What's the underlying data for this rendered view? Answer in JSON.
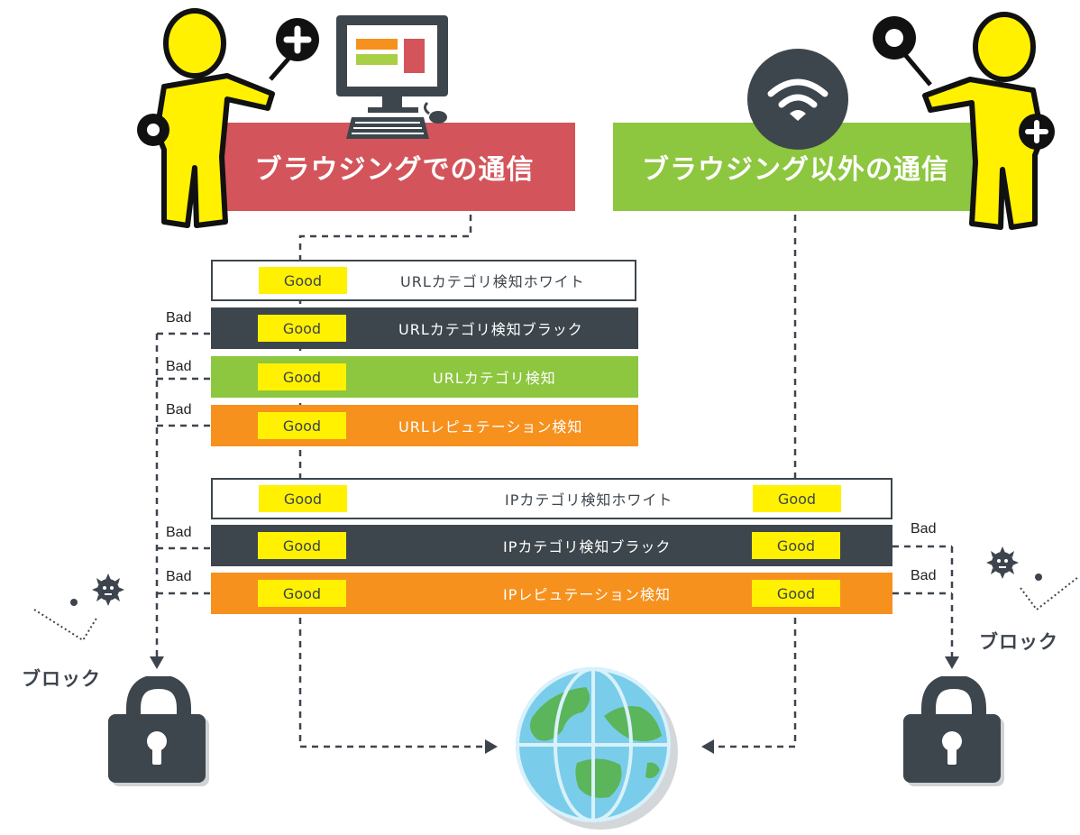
{
  "headers": {
    "browsing": "ブラウジングでの通信",
    "non_browsing": "ブラウジング以外の通信"
  },
  "url_filters": [
    {
      "name": "URLカテゴリ検知ホワイト",
      "good": "Good",
      "bad": ""
    },
    {
      "name": "URLカテゴリ検知ブラック",
      "good": "Good",
      "bad": "Bad"
    },
    {
      "name": "URLカテゴリ検知",
      "good": "Good",
      "bad": "Bad"
    },
    {
      "name": "URLレピュテーション検知",
      "good": "Good",
      "bad": "Bad"
    }
  ],
  "ip_filters": [
    {
      "name": "IPカテゴリ検知ホワイト",
      "good_left": "Good",
      "good_right": "Good",
      "bad_left": "",
      "bad_right": ""
    },
    {
      "name": "IPカテゴリ検知ブラック",
      "good_left": "Good",
      "good_right": "Good",
      "bad_left": "Bad",
      "bad_right": "Bad"
    },
    {
      "name": "IPレピュテーション検知",
      "good_left": "Good",
      "good_right": "Good",
      "bad_left": "Bad",
      "bad_right": "Bad"
    }
  ],
  "block_label_left": "ブロック",
  "block_label_right": "ブロック",
  "colors": {
    "browsing_red": "#d4545b",
    "non_browsing_green": "#8dc63f",
    "dark_slate": "#3d464c",
    "orange": "#f6911e",
    "good_yellow": "#fff100",
    "figure_yellow": "#fff100",
    "globe_ocean": "#79cdea",
    "globe_land": "#5bb55a"
  },
  "icons": [
    "person-figure-icon",
    "computer-monitor-icon",
    "wifi-icon",
    "lock-icon",
    "globe-icon",
    "virus-icon"
  ]
}
